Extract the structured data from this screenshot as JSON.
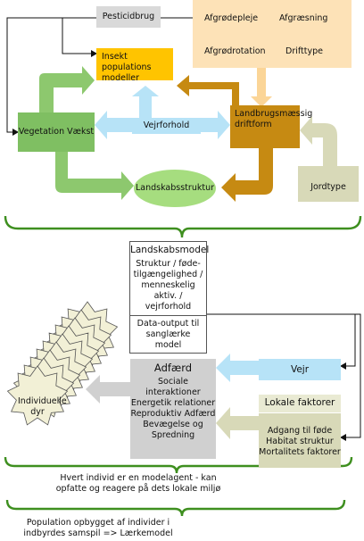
{
  "top": {
    "pesticide": "Pesticidbrug",
    "farm_practices": [
      "Afgrødepleje",
      "Afgræsning",
      "Afgrødrotation",
      "Drifttype"
    ],
    "insect_models": "Insekt populations modeller",
    "vegetation": "Vegetation Vækst",
    "weather": "Vejrforhold",
    "agricultural": "Landbrugsmæssig driftform",
    "landscape": "Landskabsstruktur",
    "soil": "Jordtype"
  },
  "middle": {
    "landscape_model_title": "Landskabsmodel",
    "landscape_model_body": "Struktur / føde-tilgængelighed / menneskelig aktiv. / vejrforhold",
    "data_output": "Data-output til sanglærke model"
  },
  "bottom": {
    "individual_label": "Individuelle dyr",
    "behaviour_title": "Adfærd",
    "behaviour_items": [
      "Sociale interaktioner",
      "Energetik relationer",
      "Reproduktiv Adfærd",
      "Bevægelse og Spredning"
    ],
    "weather": "Vejr",
    "local_factors_title": "Lokale faktorer",
    "local_factors_items": [
      "Adgang til føde",
      "Habitat struktur",
      "Mortalitets faktorer"
    ],
    "caption_individual": "Hvert individ er en modelagent - kan opfatte og reagere på dets lokale miljø",
    "caption_population": "Population opbygget af individer i indbyrdes samspil => Lærkemodel"
  }
}
